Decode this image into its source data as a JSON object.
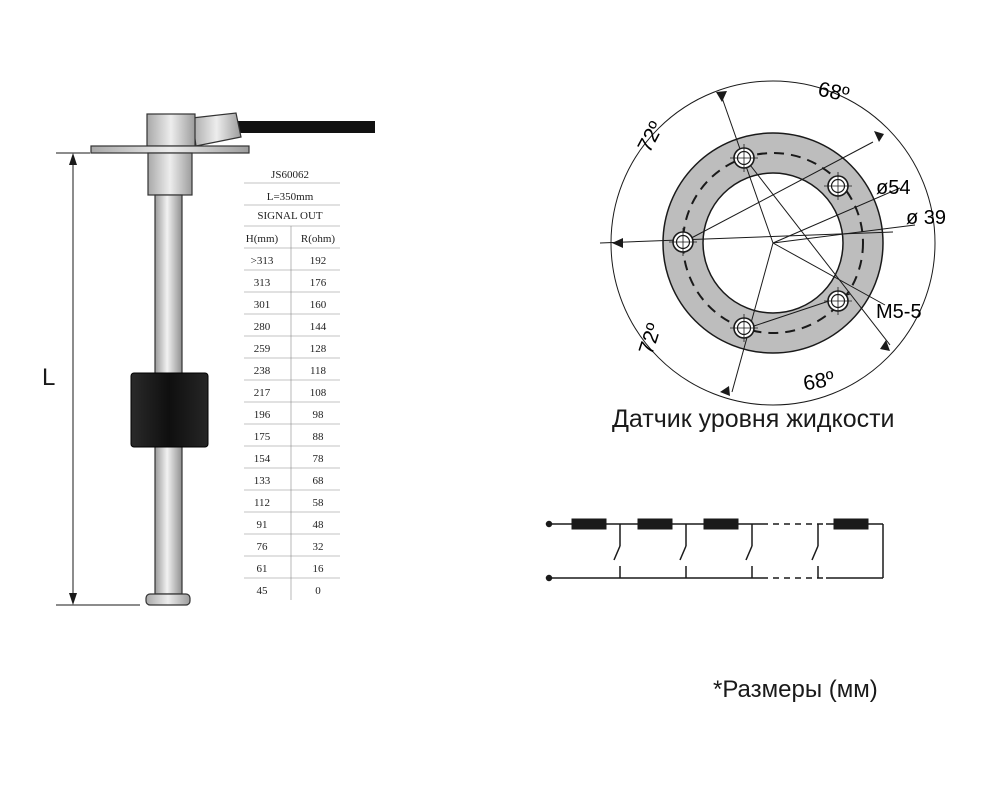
{
  "sensor": {
    "length_label": "L"
  },
  "table": {
    "model": "JS60062",
    "length": "L=350mm",
    "signal": "SIGNAL OUT",
    "col_h": "H(mm)",
    "col_r": "R(ohm)",
    "rows": [
      [
        ">313",
        "192"
      ],
      [
        "313",
        "176"
      ],
      [
        "301",
        "160"
      ],
      [
        "280",
        "144"
      ],
      [
        "259",
        "128"
      ],
      [
        "238",
        "118"
      ],
      [
        "217",
        "108"
      ],
      [
        "196",
        "98"
      ],
      [
        "175",
        "88"
      ],
      [
        "154",
        "78"
      ],
      [
        "133",
        "68"
      ],
      [
        "112",
        "58"
      ],
      [
        "91",
        "48"
      ],
      [
        "76",
        "32"
      ],
      [
        "61",
        "16"
      ],
      [
        "45",
        "0"
      ]
    ]
  },
  "flange": {
    "angle_top_left": "72º",
    "angle_top_right": "68º",
    "angle_bottom_left": "72º",
    "angle_bottom_right": "68º",
    "outer_diameter": "ø54",
    "inner_diameter": "ø 39",
    "thread": "M5-5"
  },
  "captions": {
    "title": "Датчик уровня жидкости",
    "units": "*Размеры (мм)"
  },
  "colors": {
    "stroke": "#1a1a1a",
    "flange_fill": "#bdbdbd",
    "rod_fill": "#d9d9d9",
    "float_fill": "#1c1c1c"
  }
}
